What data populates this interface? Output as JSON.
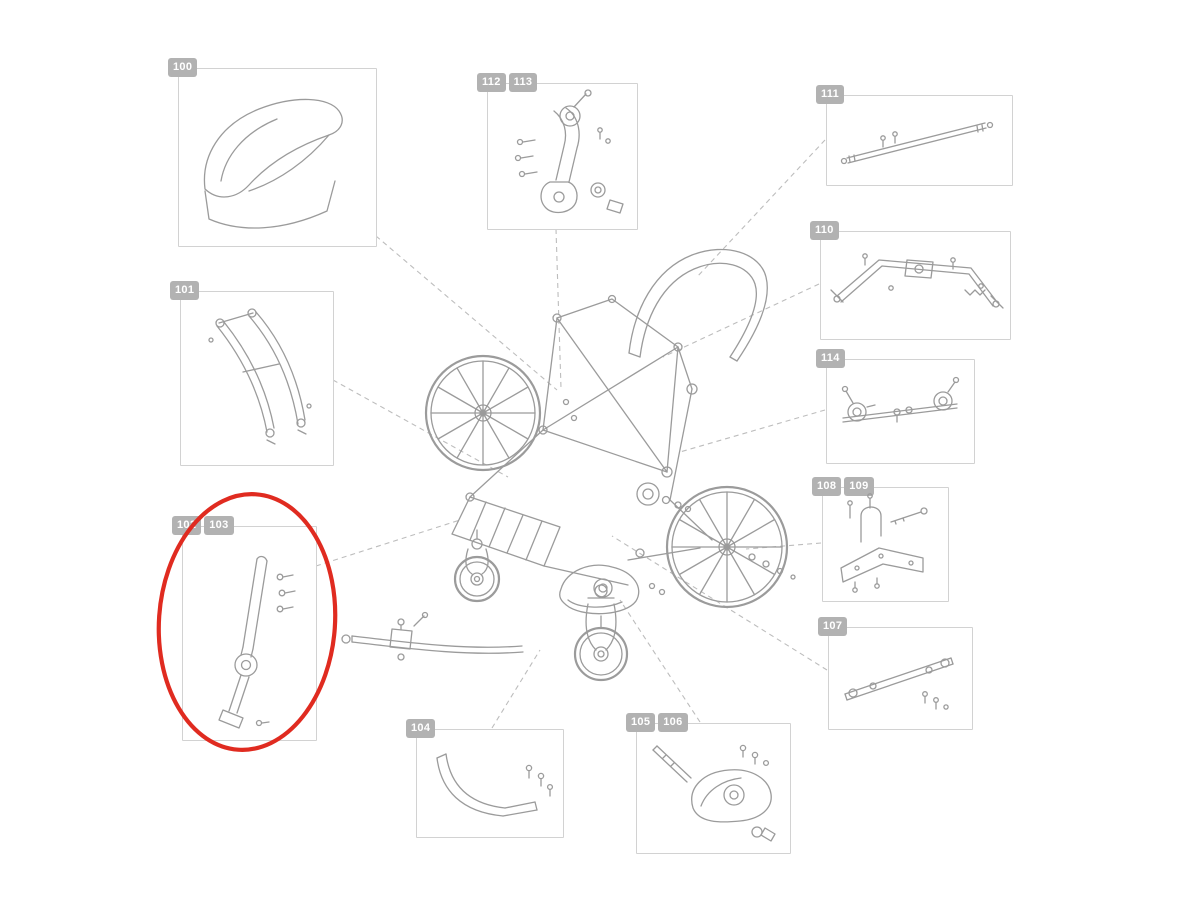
{
  "diagram": {
    "type": "exploded-parts-diagram",
    "background": "#ffffff",
    "colors": {
      "line_art": "#9b9b9b",
      "box_border": "#d2d2d2",
      "badge_background": "#b2b2b2",
      "badge_text": "#ffffff",
      "connector": "#bdbdbd",
      "highlight": "#e02b20"
    },
    "parts": [
      {
        "labels": [
          "100"
        ]
      },
      {
        "labels": [
          "101"
        ]
      },
      {
        "labels": [
          "102",
          "103"
        ],
        "highlighted": true
      },
      {
        "labels": [
          "104"
        ]
      },
      {
        "labels": [
          "105",
          "106"
        ]
      },
      {
        "labels": [
          "107"
        ]
      },
      {
        "labels": [
          "108",
          "109"
        ]
      },
      {
        "labels": [
          "110"
        ]
      },
      {
        "labels": [
          "111"
        ]
      },
      {
        "labels": [
          "112",
          "113"
        ]
      },
      {
        "labels": [
          "114"
        ]
      }
    ]
  }
}
